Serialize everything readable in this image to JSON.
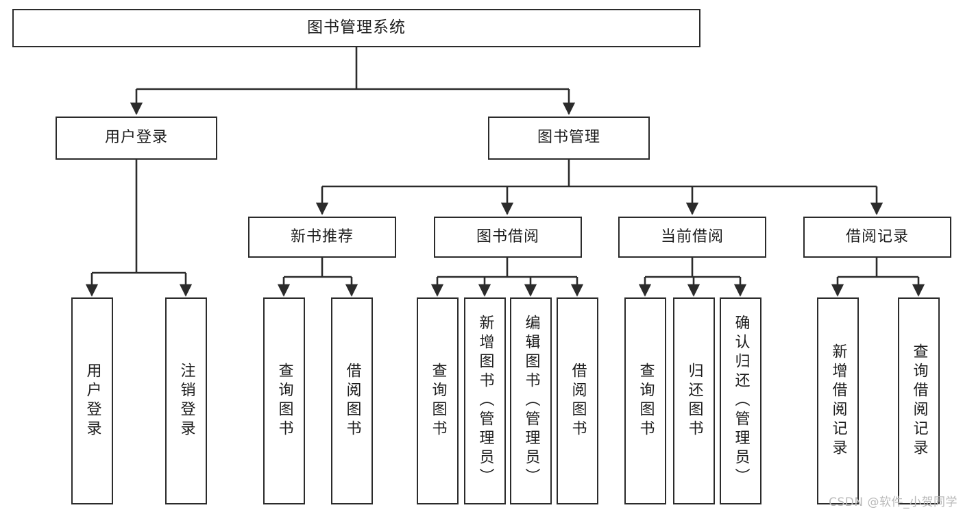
{
  "diagram": {
    "type": "tree",
    "title": "图书管理系统",
    "watermark": "CSDN @软件_小贺同学",
    "colors": {
      "stroke": "#2b2b2b",
      "fill": "#ffffff",
      "text": "#1c1c1c",
      "watermark": "#b9b9b9"
    },
    "levels": {
      "root": {
        "label": "图书管理系统"
      },
      "level2": [
        {
          "label": "用户登录"
        },
        {
          "label": "图书管理"
        }
      ],
      "level3": [
        {
          "label": "新书推荐"
        },
        {
          "label": "图书借阅"
        },
        {
          "label": "当前借阅"
        },
        {
          "label": "借阅记录"
        }
      ],
      "leaves": {
        "user_login": [
          {
            "label": "用户登录"
          },
          {
            "label": "注销登录"
          }
        ],
        "new_book": [
          {
            "label": "查询图书"
          },
          {
            "label": "借阅图书"
          }
        ],
        "book_borrow": [
          {
            "label": "查询图书"
          },
          {
            "label": "新增图书（管理员）"
          },
          {
            "label": "编辑图书（管理员）"
          },
          {
            "label": "借阅图书"
          }
        ],
        "current_borrow": [
          {
            "label": "查询图书"
          },
          {
            "label": "归还图书"
          },
          {
            "label": "确认归还（管理员）"
          }
        ],
        "borrow_record": [
          {
            "label": "新增借阅记录"
          },
          {
            "label": "查询借阅记录"
          }
        ]
      }
    }
  }
}
